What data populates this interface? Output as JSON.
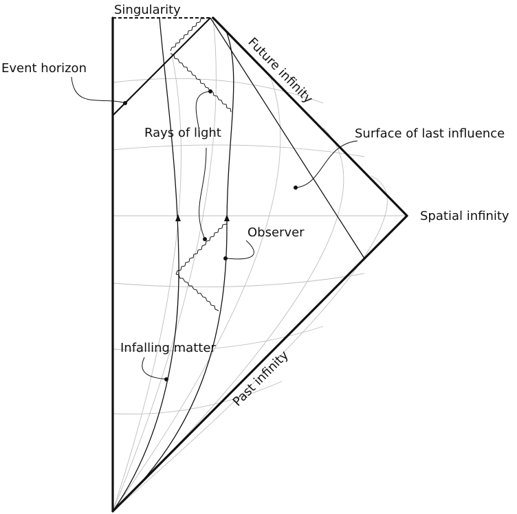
{
  "diagram": {
    "labels": {
      "singularity": "Singularity",
      "event_horizon": "Event horizon",
      "future_infinity": "Future infinity",
      "surface_last_influence": "Surface of last influence",
      "rays_of_light": "Rays of light",
      "spatial_infinity": "Spatial infinity",
      "observer": "Observer",
      "infalling_matter": "Infalling matter",
      "past_infinity": "Past infinity"
    },
    "colors": {
      "ink": "#111111",
      "grid": "#bdbdbd",
      "background": "#ffffff"
    }
  }
}
